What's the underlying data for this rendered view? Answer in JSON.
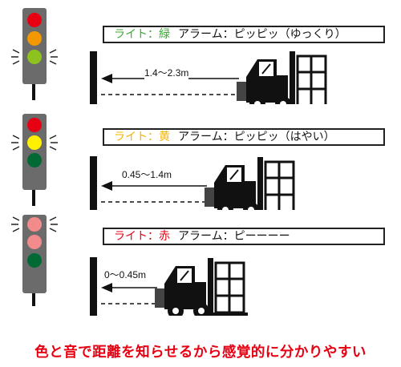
{
  "colors": {
    "lamp_red": "#e60012",
    "lamp_red_dim": "#f28c8c",
    "lamp_orange": "#f39800",
    "lamp_yellow": "#fff100",
    "lamp_green_bright": "#8dc21f",
    "lamp_green_dark": "#006934",
    "housing": "#6b6b6b",
    "label_green": "#3aaa35",
    "label_yellow": "#f5b400",
    "label_red": "#e60012"
  },
  "panels": [
    {
      "light_label": "ライト：",
      "light_value": "緑",
      "alarm_label": "アラーム：",
      "alarm_value": "ピッピッ（ゆっくり）",
      "distance": "1.4～2.3m",
      "light_color_key": "label_green",
      "active_lamp": "green"
    },
    {
      "light_label": "ライト：",
      "light_value": "黄",
      "alarm_label": "アラーム：",
      "alarm_value": "ピッピッ（はやい）",
      "distance": "0.45～1.4m",
      "light_color_key": "label_yellow",
      "active_lamp": "yellow"
    },
    {
      "light_label": "ライト：",
      "light_value": "赤",
      "alarm_label": "アラーム：",
      "alarm_value": "ピーーーー",
      "distance": "0～0.45m",
      "light_color_key": "label_red",
      "active_lamp": "red"
    }
  ],
  "caption": "色と音で距離を知らせるから感覚的に分かりやすい"
}
